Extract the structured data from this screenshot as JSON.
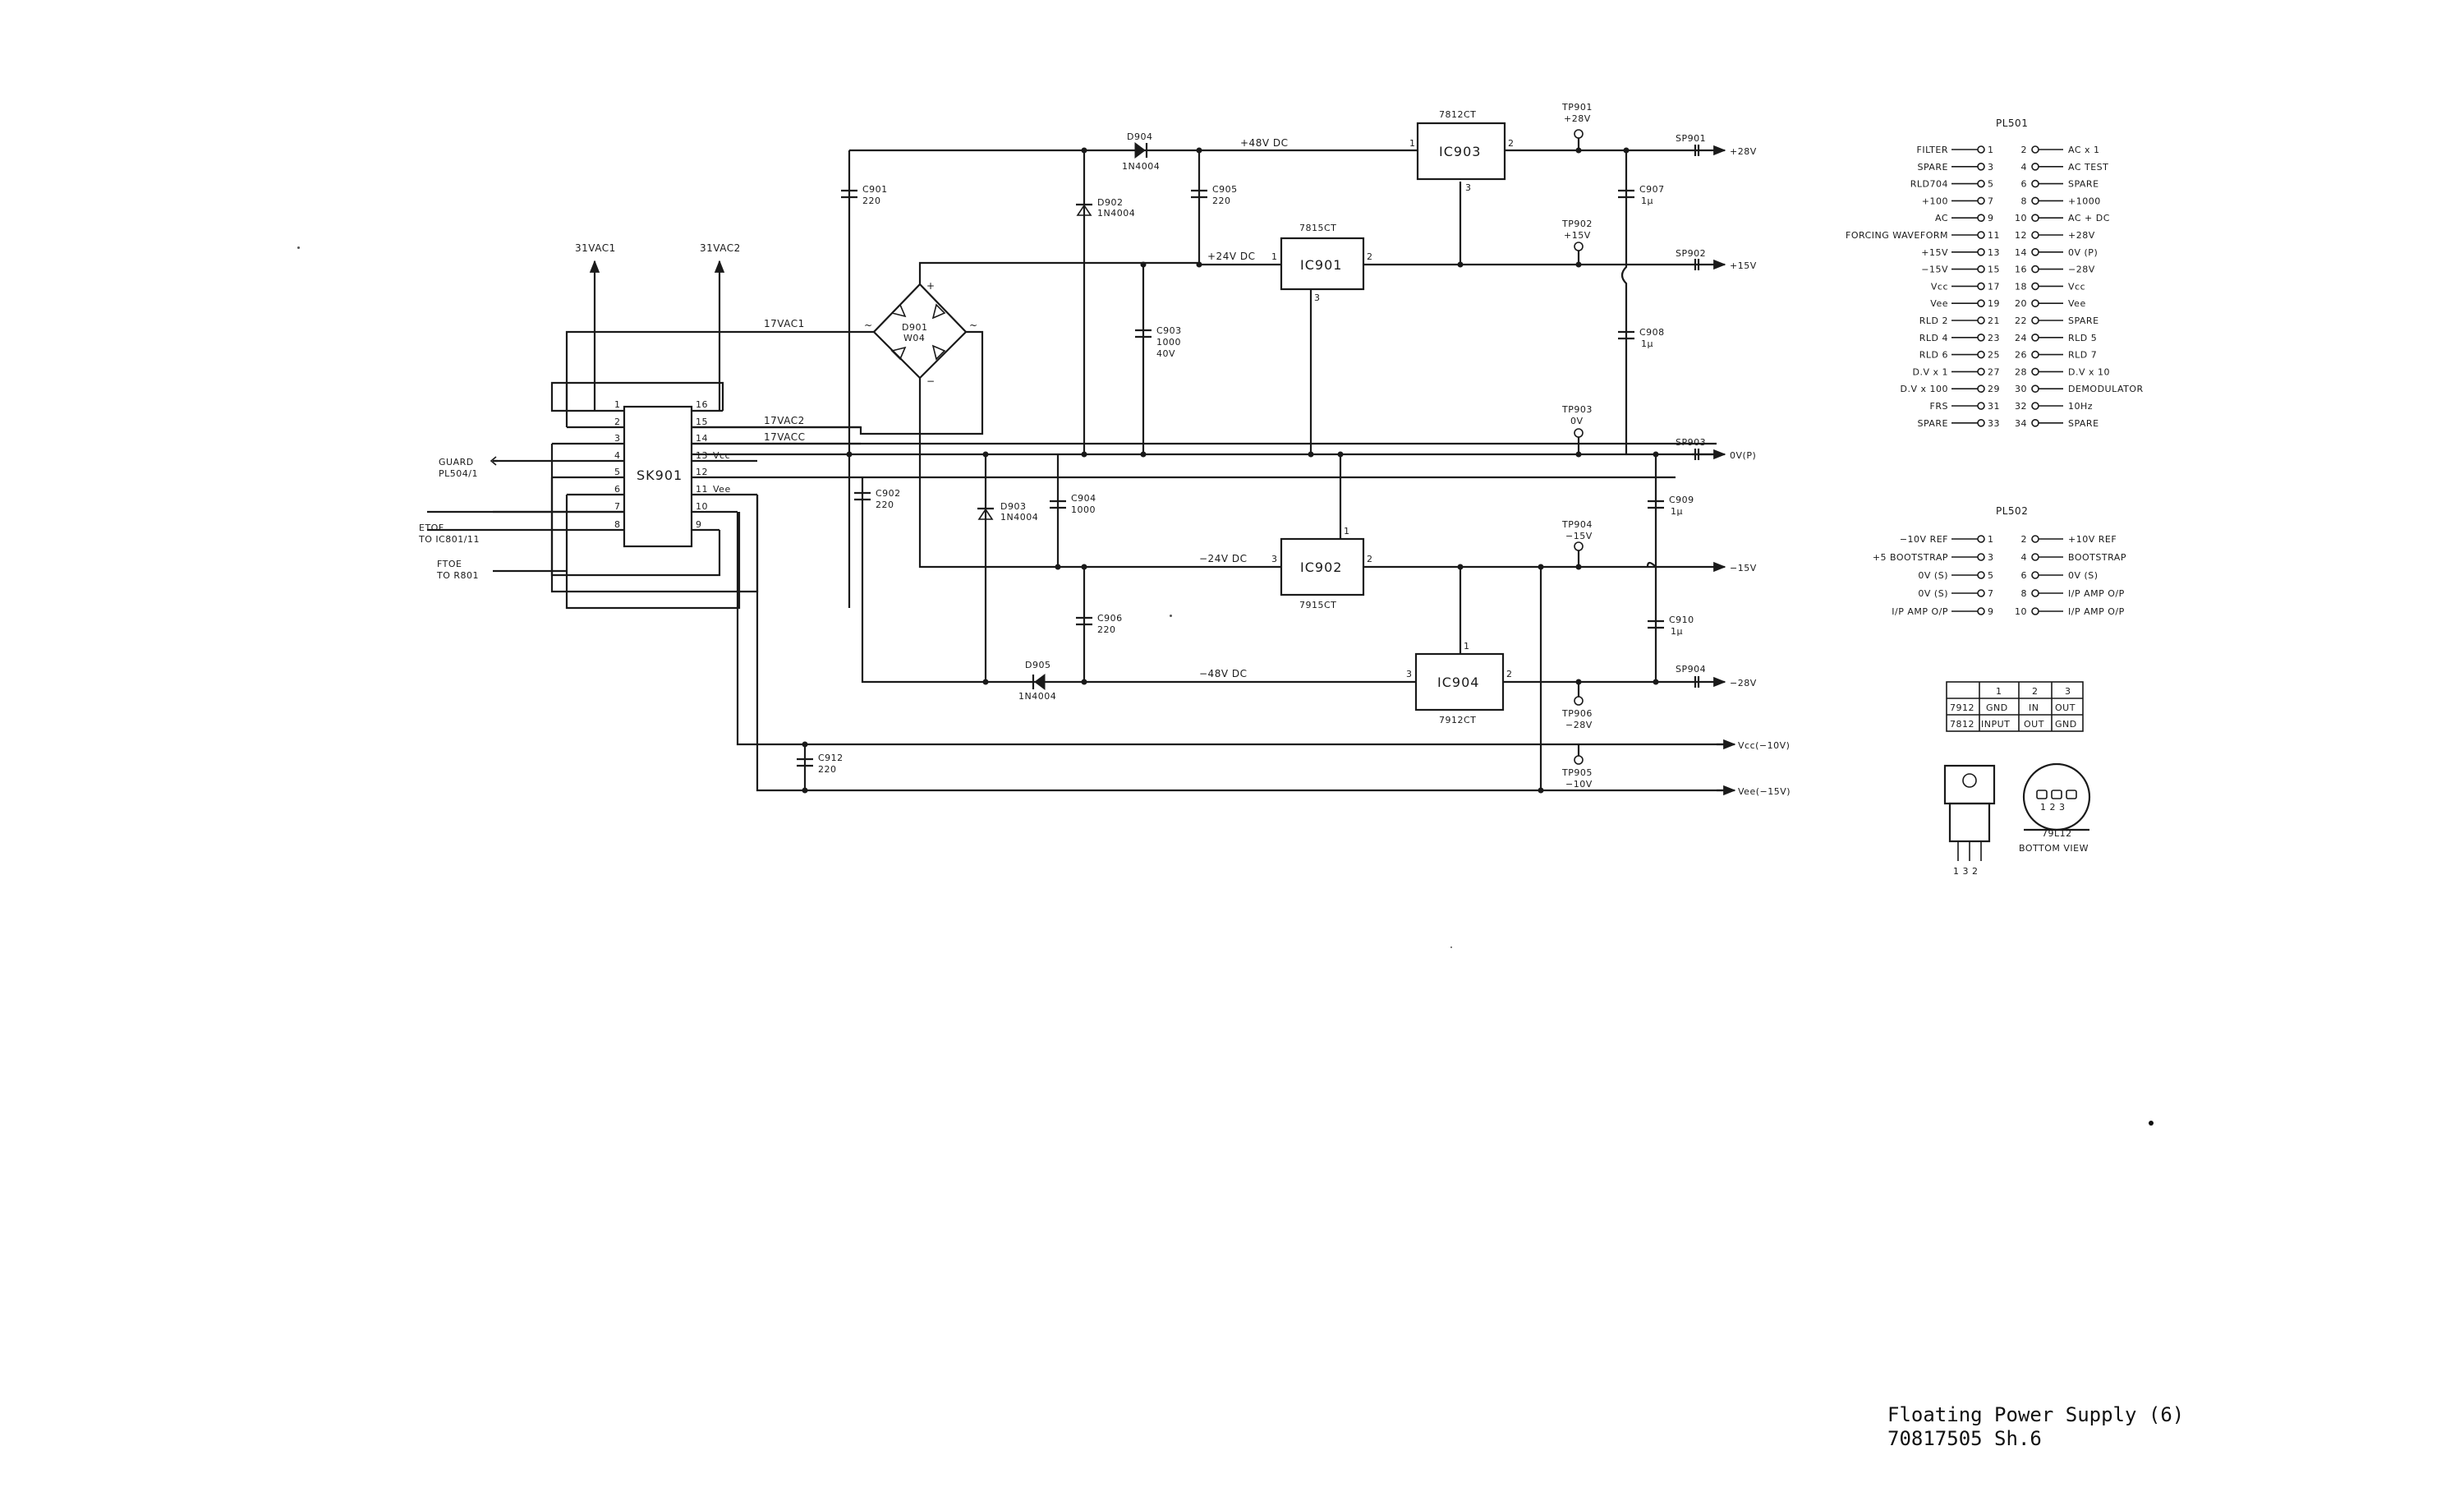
{
  "title_block": {
    "title": "Floating Power Supply (6)",
    "drawing_no": "70817505 Sh.6"
  },
  "connector": {
    "name": "SK901",
    "left_pins": [
      "1",
      "2",
      "3",
      "4",
      "5",
      "6",
      "7",
      "8"
    ],
    "right_pins": [
      "16",
      "15",
      "14",
      "13",
      "12",
      "11",
      "10",
      "9"
    ],
    "vcc_label": "Vcc",
    "vee_label": "Vee"
  },
  "inputs": {
    "ac1_top": "31VAC1",
    "ac2_top": "31VAC2",
    "guard": "GUARD",
    "guard_ref": "PL504/1",
    "etof": "ETOF",
    "etof_ref": "TO IC801/11",
    "ftoe": "FTOE",
    "ftoe_ref": "TO R801",
    "vac1": "17VAC1",
    "vac2": "17VAC2",
    "vacc": "17VACC"
  },
  "bridge": {
    "ref": "D901",
    "type": "W04",
    "plus": "+",
    "minus": "−",
    "ac": "~"
  },
  "diodes": {
    "d902": {
      "ref": "D902",
      "type": "1N4004"
    },
    "d903": {
      "ref": "D903",
      "type": "1N4004"
    },
    "d904": {
      "ref": "D904",
      "type": "1N4004"
    },
    "d905": {
      "ref": "D905",
      "type": "1N4004"
    }
  },
  "capacitors": {
    "c901": {
      "ref": "C901",
      "value": "220"
    },
    "c902": {
      "ref": "C902",
      "value": "220"
    },
    "c903": {
      "ref": "C903",
      "value": "1000",
      "voltage": "40V"
    },
    "c904": {
      "ref": "C904",
      "value": "1000"
    },
    "c905": {
      "ref": "C905",
      "value": "220"
    },
    "c906": {
      "ref": "C906",
      "value": "220"
    },
    "c907": {
      "ref": "C907",
      "value": "1μ"
    },
    "c908": {
      "ref": "C908",
      "value": "1μ"
    },
    "c909": {
      "ref": "C909",
      "value": "1μ"
    },
    "c910": {
      "ref": "C910",
      "value": "1μ"
    },
    "c912": {
      "ref": "C912",
      "value": "220"
    }
  },
  "regulators": {
    "ic903": {
      "ref": "IC903",
      "type": "7812CT"
    },
    "ic901": {
      "ref": "IC901",
      "type": "7815CT"
    },
    "ic902": {
      "ref": "IC902",
      "type": "7915CT"
    },
    "ic904": {
      "ref": "IC904",
      "type": "7912CT"
    }
  },
  "rails": {
    "p48": "+48V DC",
    "p24": "+24V DC",
    "n24": "−24V DC",
    "n48": "−48V DC"
  },
  "test_points": {
    "tp901": {
      "ref": "TP901",
      "value": "+28V"
    },
    "tp902": {
      "ref": "TP902",
      "value": "+15V"
    },
    "tp903": {
      "ref": "TP903",
      "value": "0V"
    },
    "tp904": {
      "ref": "TP904",
      "value": "−15V"
    },
    "tp905": {
      "ref": "TP905",
      "value": "−10V"
    },
    "tp906": {
      "ref": "TP906",
      "value": "−28V"
    }
  },
  "splices": {
    "sp901": "SP901",
    "sp902": "SP902",
    "sp903": "SP903",
    "sp904": "SP904"
  },
  "outputs": {
    "p28": "+28V",
    "p15": "+15V",
    "zero": "0V(P)",
    "n15": "−15V",
    "n28": "−28V",
    "vcc": "Vcc(−10V)",
    "vee": "Vee(−15V)"
  },
  "pl501": {
    "title": "PL501",
    "rows": [
      {
        "l": "FILTER",
        "ln": "1",
        "rn": "2",
        "r": "AC x 1"
      },
      {
        "l": "SPARE",
        "ln": "3",
        "rn": "4",
        "r": "AC TEST"
      },
      {
        "l": "RLD704",
        "ln": "5",
        "rn": "6",
        "r": "SPARE"
      },
      {
        "l": "+100",
        "ln": "7",
        "rn": "8",
        "r": "+1000"
      },
      {
        "l": "AC",
        "ln": "9",
        "rn": "10",
        "r": "AC + DC"
      },
      {
        "l": "FORCING WAVEFORM",
        "ln": "11",
        "rn": "12",
        "r": "+28V"
      },
      {
        "l": "+15V",
        "ln": "13",
        "rn": "14",
        "r": "0V (P)"
      },
      {
        "l": "−15V",
        "ln": "15",
        "rn": "16",
        "r": "−28V"
      },
      {
        "l": "Vcc",
        "ln": "17",
        "rn": "18",
        "r": "Vcc"
      },
      {
        "l": "Vee",
        "ln": "19",
        "rn": "20",
        "r": "Vee"
      },
      {
        "l": "RLD 2",
        "ln": "21",
        "rn": "22",
        "r": "SPARE"
      },
      {
        "l": "RLD 4",
        "ln": "23",
        "rn": "24",
        "r": "RLD 5"
      },
      {
        "l": "RLD 6",
        "ln": "25",
        "rn": "26",
        "r": "RLD 7"
      },
      {
        "l": "D.V x 1",
        "ln": "27",
        "rn": "28",
        "r": "D.V x 10"
      },
      {
        "l": "D.V x 100",
        "ln": "29",
        "rn": "30",
        "r": "DEMODULATOR"
      },
      {
        "l": "FRS",
        "ln": "31",
        "rn": "32",
        "r": "10Hz"
      },
      {
        "l": "SPARE",
        "ln": "33",
        "rn": "34",
        "r": "SPARE"
      }
    ]
  },
  "pl502": {
    "title": "PL502",
    "rows": [
      {
        "l": "−10V REF",
        "ln": "1",
        "rn": "2",
        "r": "+10V REF"
      },
      {
        "l": "+5 BOOTSTRAP",
        "ln": "3",
        "rn": "4",
        "r": "BOOTSTRAP"
      },
      {
        "l": "0V (S)",
        "ln": "5",
        "rn": "6",
        "r": "0V (S)"
      },
      {
        "l": "0V (S)",
        "ln": "7",
        "rn": "8",
        "r": "I/P AMP O/P"
      },
      {
        "l": "I/P AMP O/P",
        "ln": "9",
        "rn": "10",
        "r": "I/P AMP O/P"
      }
    ]
  },
  "pinout_table": {
    "headers": [
      "",
      "1",
      "2",
      "3"
    ],
    "rows": [
      [
        "7912",
        "GND",
        "IN",
        "OUT"
      ],
      [
        "7812",
        "INPUT",
        "OUT",
        "GND"
      ]
    ]
  },
  "packages": {
    "to220_pins": "1 3 2",
    "to92_pins": "1 2 3",
    "to92_name": "79L12",
    "bottom_view": "BOTTOM VIEW"
  }
}
